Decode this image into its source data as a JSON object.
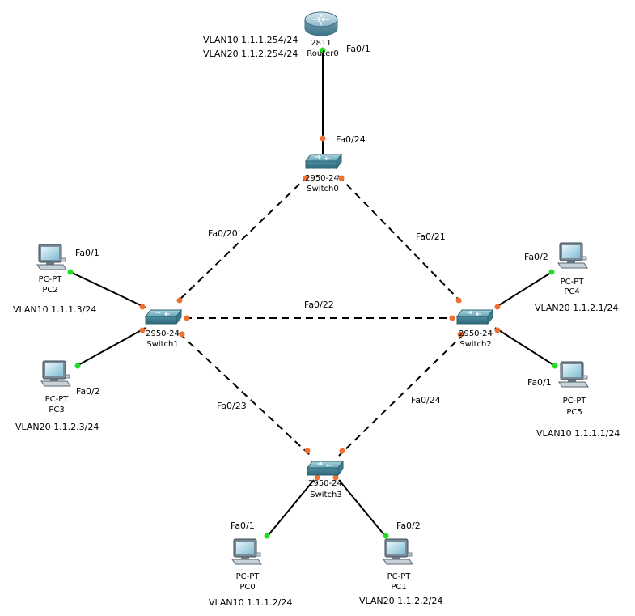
{
  "devices": {
    "router0": {
      "model": "2811",
      "name": "Router0"
    },
    "switch0": {
      "model": "2950-24",
      "name": "Switch0"
    },
    "switch1": {
      "model": "2950-24",
      "name": "Switch1"
    },
    "switch2": {
      "model": "2950-24",
      "name": "Switch2"
    },
    "switch3": {
      "model": "2950-24",
      "name": "Switch3"
    },
    "pc0": {
      "model": "PC-PT",
      "name": "PC0",
      "ip": "VLAN10 1.1.1.2/24"
    },
    "pc1": {
      "model": "PC-PT",
      "name": "PC1",
      "ip": "VLAN20 1.1.2.2/24"
    },
    "pc2": {
      "model": "PC-PT",
      "name": "PC2",
      "ip": "VLAN10 1.1.1.3/24"
    },
    "pc3": {
      "model": "PC-PT",
      "name": "PC3",
      "ip": "VLAN20 1.1.2.3/24"
    },
    "pc4": {
      "model": "PC-PT",
      "name": "PC4",
      "ip": "VLAN20 1.1.2.1/24"
    },
    "pc5": {
      "model": "PC-PT",
      "name": "PC5",
      "ip": "VLAN10 1.1.1.1/24"
    }
  },
  "router_ips": {
    "vlan10": "VLAN10 1.1.1.254/24",
    "vlan20": "VLAN20 1.1.2.254/24"
  },
  "ports": {
    "router_fa01": "Fa0/1",
    "sw0_fa024": "Fa0/24",
    "link_sw0_sw1": "Fa0/20",
    "link_sw0_sw2": "Fa0/21",
    "link_sw1_sw2": "Fa0/22",
    "link_sw1_sw3": "Fa0/23",
    "link_sw2_sw3": "Fa0/24",
    "pc2_port": "Fa0/1",
    "pc3_port": "Fa0/2",
    "pc4_port": "Fa0/2",
    "pc5_port": "Fa0/1",
    "pc0_port": "Fa0/1",
    "pc1_port": "Fa0/2"
  },
  "colors": {
    "up_port": "#22dd22",
    "blocked_port": "#f07030",
    "link": "#000000",
    "switch_body": "#5f9fb0",
    "router_body": "#8cb6c8"
  }
}
